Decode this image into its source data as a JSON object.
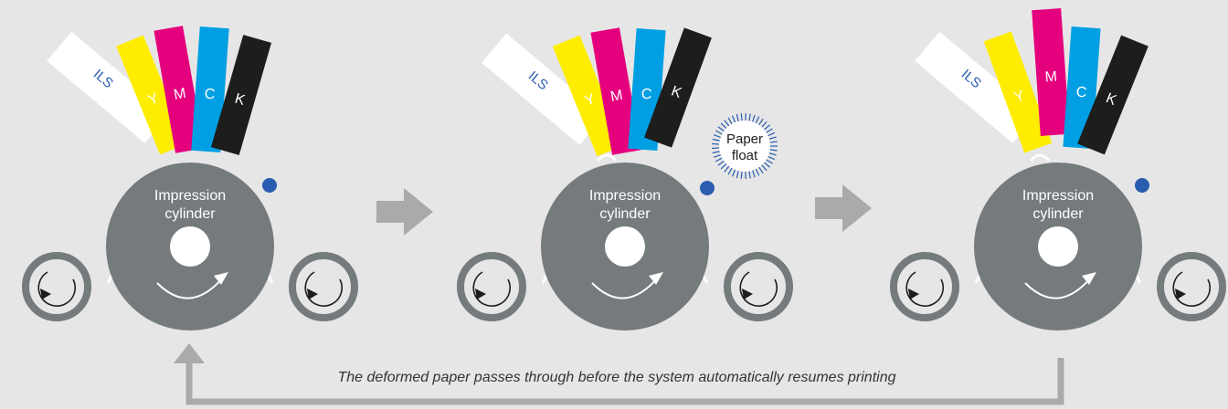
{
  "stages": [
    {
      "cylinder_label_line1": "Impression",
      "cylinder_label_line2": "cylinder",
      "has_paper_float": false
    },
    {
      "cylinder_label_line1": "Impression",
      "cylinder_label_line2": "cylinder",
      "has_paper_float": true,
      "paper_float_line1": "Paper",
      "paper_float_line2": "float"
    },
    {
      "cylinder_label_line1": "Impression",
      "cylinder_label_line2": "cylinder",
      "has_paper_float": false
    }
  ],
  "printheads": {
    "ils_label": "ILS",
    "colors": [
      {
        "label": "Y",
        "fill": "#ffed00",
        "text": "#ffffff"
      },
      {
        "label": "M",
        "fill": "#e5007e",
        "text": "#ffffff"
      },
      {
        "label": "C",
        "fill": "#009fe3",
        "text": "#ffffff"
      },
      {
        "label": "K",
        "fill": "#1d1d1b",
        "text": "#ffffff"
      }
    ],
    "ils_fill": "#ffffff",
    "ils_text": "#2a5db0"
  },
  "colors": {
    "background": "#e6e6e6",
    "cylinder": "#757a7d",
    "roller_ring": "#757a7d",
    "sensor_dot": "#2a5db0",
    "arrow": "#a8aba9",
    "starburst": "#2a5db0"
  },
  "caption": "The deformed paper passes through before the system automatically resumes printing"
}
